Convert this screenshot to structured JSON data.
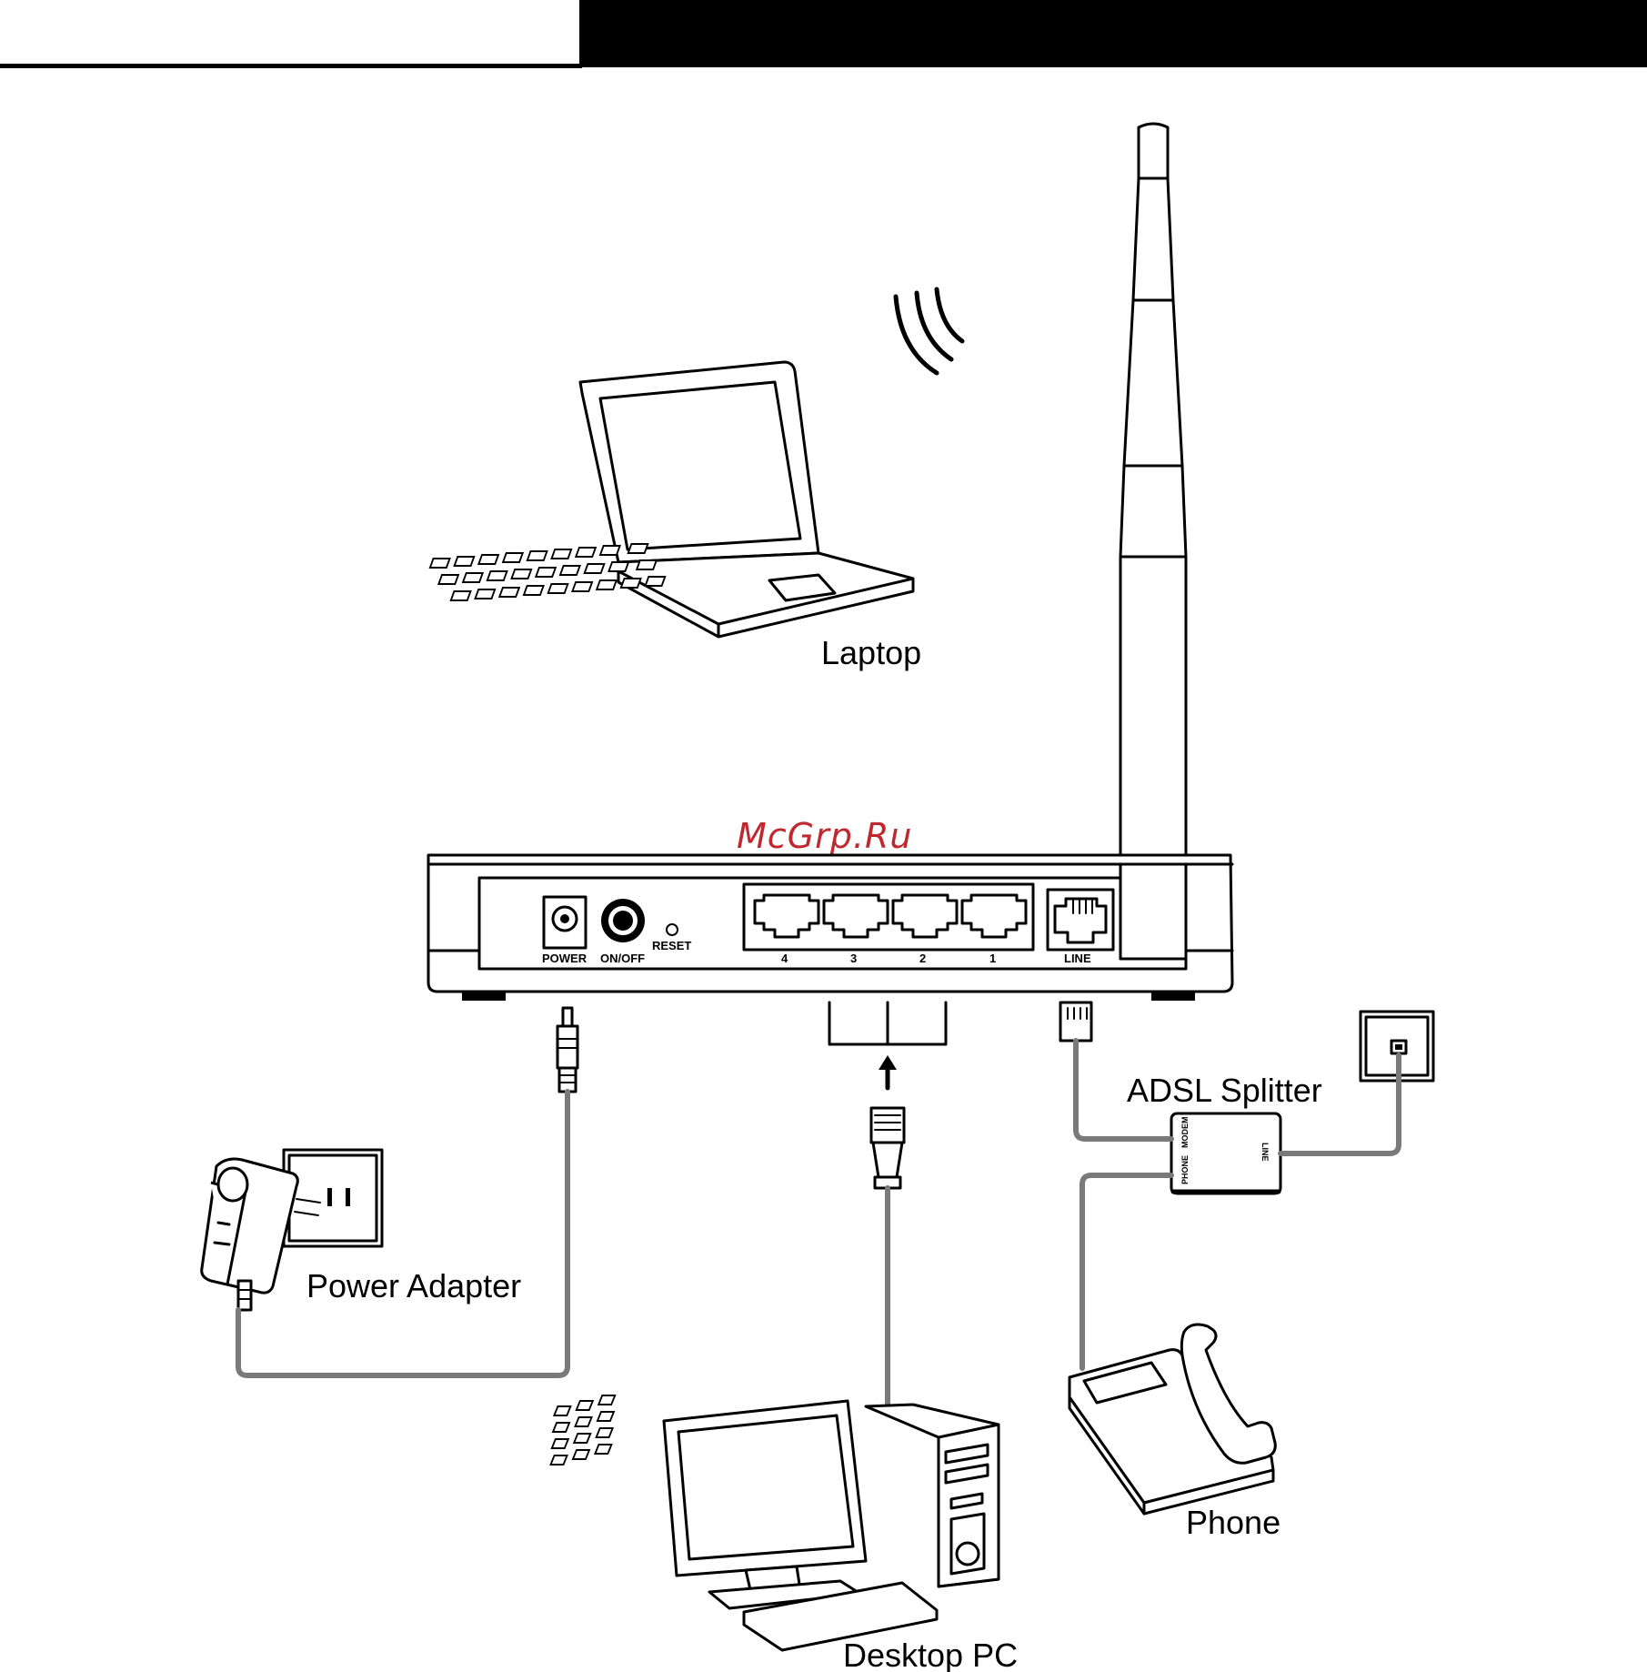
{
  "watermark": "McGrp.Ru",
  "devices": {
    "laptop": "Laptop",
    "power_adapter": "Power Adapter",
    "desktop_pc": "Desktop PC",
    "phone": "Phone",
    "adsl_splitter": "ADSL Splitter"
  },
  "router_ports": {
    "power": "POWER",
    "on_off": "ON/OFF",
    "reset": "RESET",
    "lan4": "4",
    "lan3": "3",
    "lan2": "2",
    "lan1": "1",
    "line": "LINE"
  },
  "splitter_ports": {
    "phone": "PHONE",
    "modem": "MODEM",
    "line": "LINE"
  },
  "colors": {
    "cable": "#7a7a7a",
    "watermark": "#c0282f",
    "header_bar": "#000000"
  }
}
